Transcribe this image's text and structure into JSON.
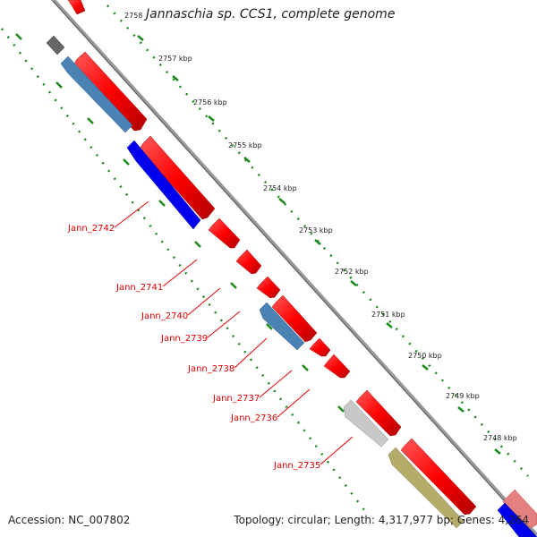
{
  "title": "Jannaschia sp. CCS1, complete genome",
  "footer": {
    "accession": "Accession: NC_007802",
    "summary": "Topology: circular; Length: 4,317,977 bp; Genes: 4,264"
  },
  "colors": {
    "backbone": "#9a9a9a",
    "tick": "#1a8a1a",
    "gene_label": "#e00000",
    "forward_gene": "#ff0000",
    "reverse_gene": "#0000ee",
    "steelblue_gene": "#4a82b4",
    "gray_gene": "#666666",
    "lightgray_gene": "#c8c8c8",
    "olive_gene": "#b5ac6a",
    "pink_gene": "#e58080"
  },
  "ticks": [
    "2758",
    "2757 kbp",
    "2756 kbp",
    "2755 kbp",
    "2754 kbp",
    "2753 kbp",
    "2752 kbp",
    "2751 kbp",
    "2750 kbp",
    "2749 kbp",
    "2748 kbp"
  ],
  "gene_labels": [
    "Jann_2742",
    "Jann_2741",
    "Jann_2740",
    "Jann_2739",
    "Jann_2738",
    "Jann_2737",
    "Jann_2736",
    "Jann_2735"
  ]
}
